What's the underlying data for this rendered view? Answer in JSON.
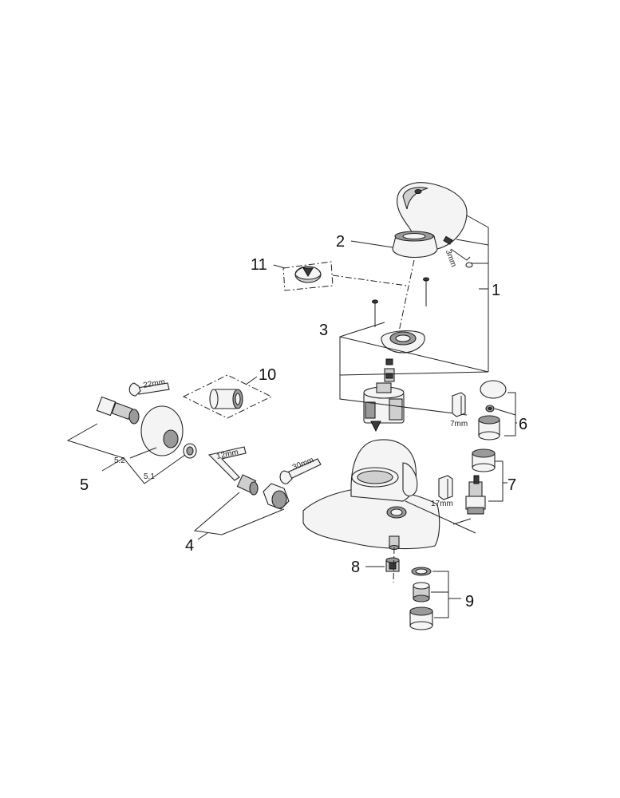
{
  "callouts": {
    "c1": "1",
    "c2": "2",
    "c3": "3",
    "c4": "4",
    "c5": "5",
    "c5_1": "5.1",
    "c5_2": "5.2",
    "c6": "6",
    "c7": "7",
    "c8": "8",
    "c9": "9",
    "c10": "10",
    "c11": "11"
  },
  "tool_sizes": {
    "hex_3mm": "3mm",
    "spanner_22mm": "22mm",
    "hex_12mm": "12mm",
    "spanner_30mm": "30mm",
    "socket_7mm": "7mm",
    "socket_17mm": "17mm"
  }
}
